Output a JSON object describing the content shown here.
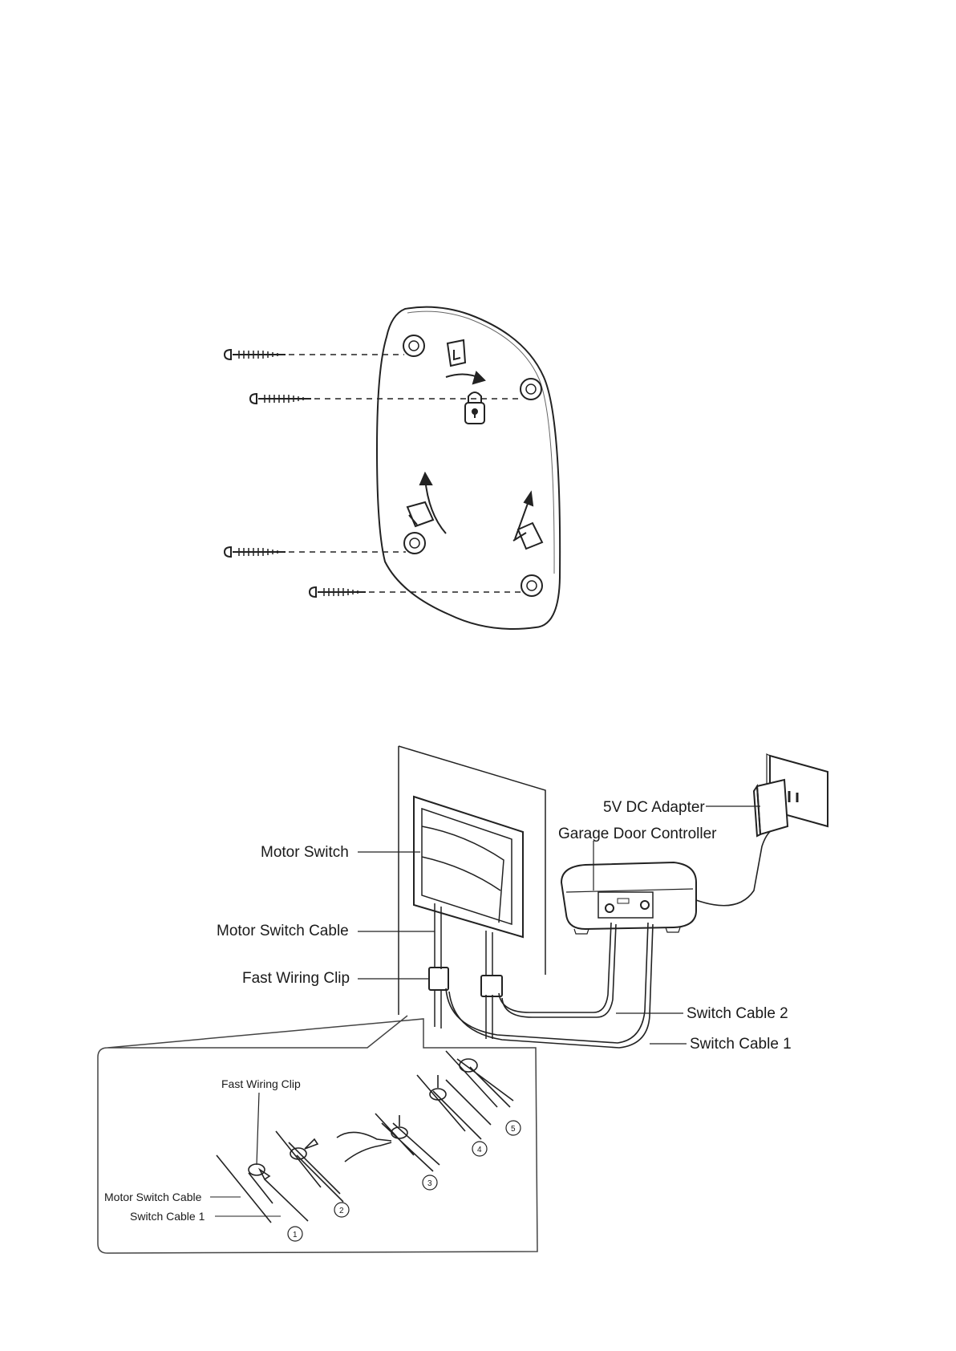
{
  "labels": {
    "adapter": "5V DC Adapter",
    "controller": "Garage Door Controller",
    "motor_switch": "Motor Switch",
    "motor_switch_cable": "Motor Switch Cable",
    "fast_wiring_clip": "Fast Wiring Clip",
    "switch_cable_2": "Switch Cable 2",
    "switch_cable_1": "Switch Cable 1"
  },
  "detail": {
    "fast_wiring_clip": "Fast Wiring Clip",
    "motor_switch_cable": "Motor Switch Cable",
    "switch_cable_1": "Switch Cable 1",
    "steps": [
      "1",
      "2",
      "3",
      "4",
      "5"
    ]
  }
}
